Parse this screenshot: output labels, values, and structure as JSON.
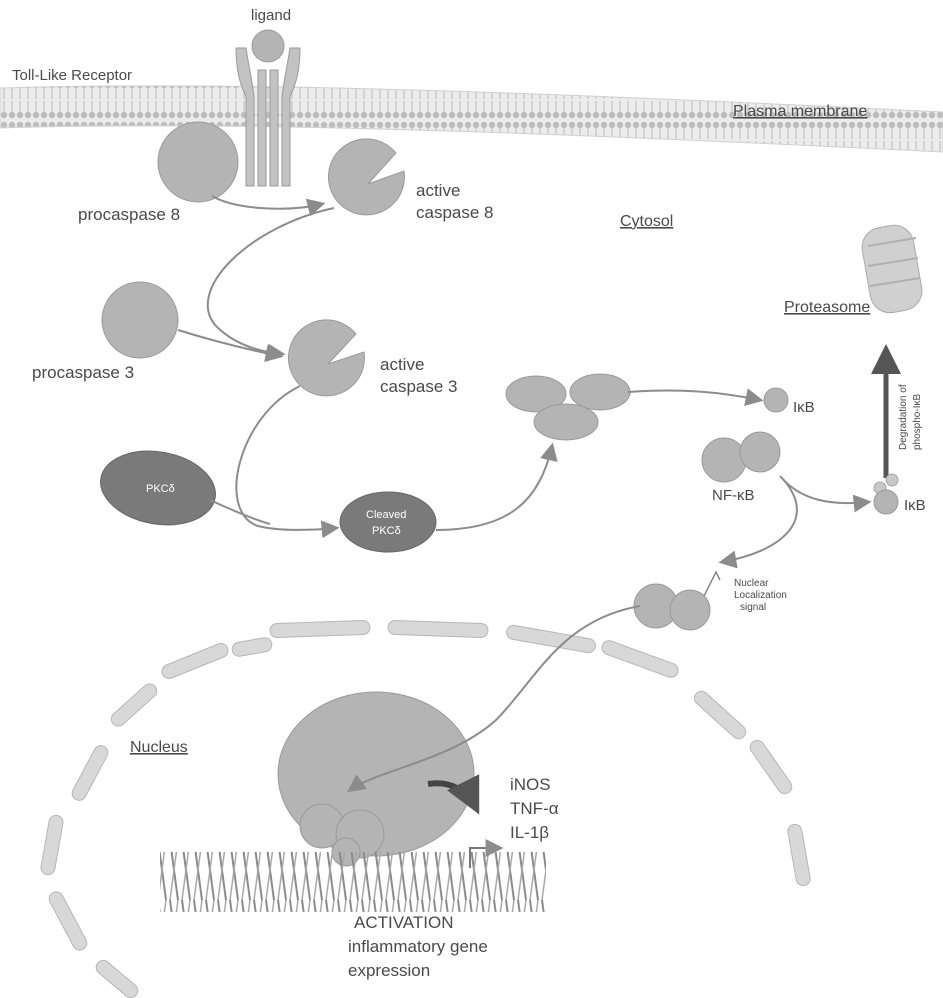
{
  "labels": {
    "ligand": "ligand",
    "tlr": "Toll-Like Receptor",
    "plasma_membrane": "Plasma membrane",
    "procaspase8": "procaspase 8",
    "active_caspase8_line1": "active",
    "active_caspase8_line2": "caspase 8",
    "cytosol": "Cytosol",
    "proteasome": "Proteasome",
    "procaspase3": "procaspase 3",
    "active_caspase3_line1": "active",
    "active_caspase3_line2": "caspase 3",
    "pkc": "PKCδ",
    "cleaved_pkc_line1": "Cleaved",
    "cleaved_pkc_line2": "PKCδ",
    "ikb_upper": "IκB",
    "nfkb": "NF-κB",
    "ikb_lower": "IκB",
    "degradation_line1": "Degradation of",
    "degradation_line2": "phospho-IκB",
    "nls_line1": "Nuclear",
    "nls_line2": "Localization",
    "nls_line3": "signal",
    "nucleus": "Nucleus",
    "gene1": "iNOS",
    "gene2": "TNF-α",
    "gene3": "IL-1β",
    "activation": "ACTIVATION",
    "expr_line1": "inflammatory gene",
    "expr_line2": "expression"
  },
  "colors": {
    "protein_fill": "#b4b4b4",
    "pkc_fill": "#7a7a7a",
    "arrow": "#8c8c8c",
    "text": "#4a4a4a"
  }
}
